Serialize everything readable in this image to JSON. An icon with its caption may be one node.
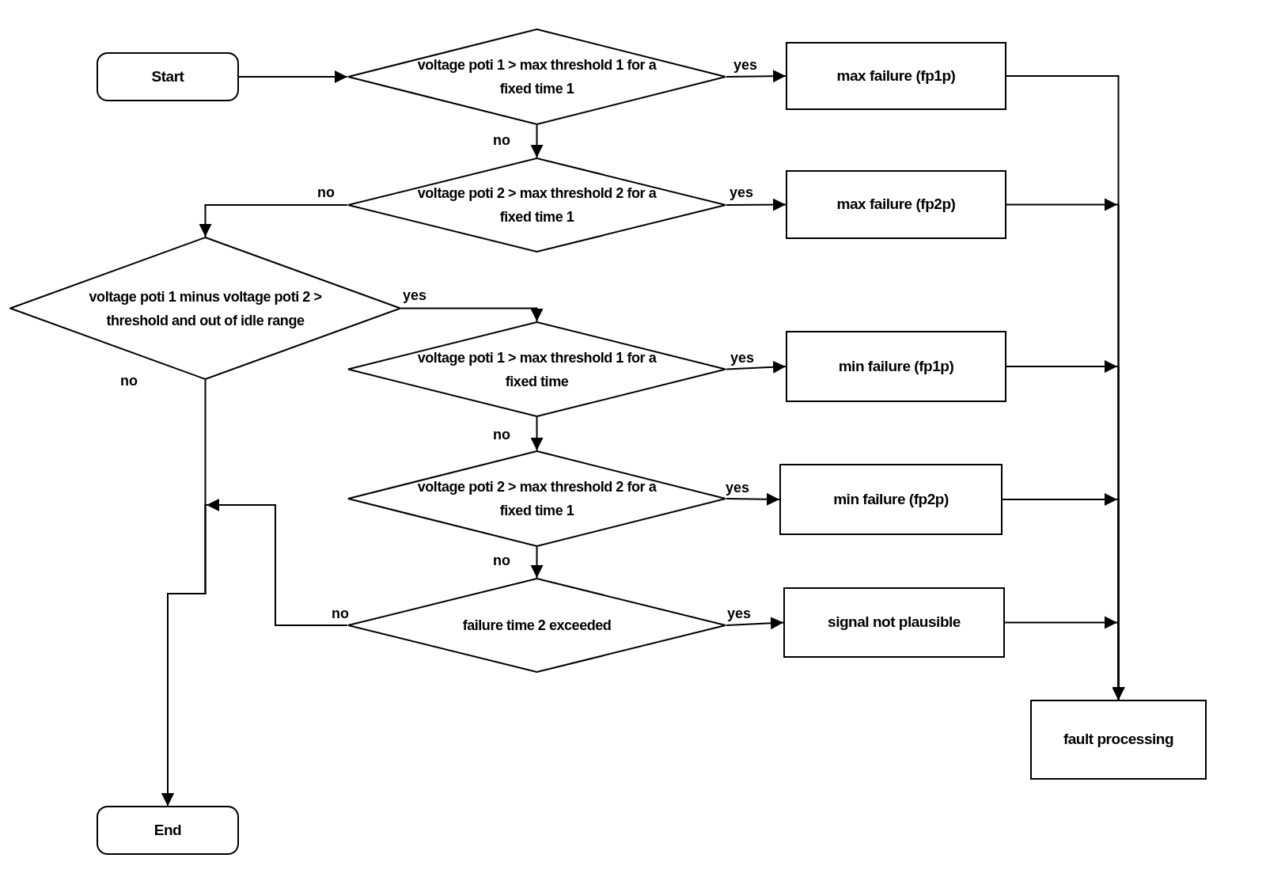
{
  "diagram": {
    "nodes": [
      {
        "text": [
          "Start"
        ]
      },
      {
        "text": [
          "voltage poti 1 > max threshold 1 for a fixed time 1"
        ]
      },
      {
        "text": [
          "max failure (fp1p)"
        ]
      },
      {
        "text": [
          "voltage poti 2 > max threshold 2 for a fixed time 1"
        ]
      },
      {
        "text": [
          "max failure (fp2p)"
        ]
      },
      {
        "text": [
          "voltage poti 1 minus voltage poti 2 > threshold and out of idle range"
        ]
      },
      {
        "text": [
          "voltage poti 1 > max threshold 1 for a fixed time"
        ]
      },
      {
        "text": [
          "min failure (fp1p)"
        ]
      },
      {
        "text": [
          "voltage poti 2 > max threshold 2 for a fixed time 1"
        ]
      },
      {
        "text": [
          "min failure (fp2p)"
        ]
      },
      {
        "text": [
          "failure time 2 exceeded"
        ]
      },
      {
        "text": [
          "signal not plausible"
        ]
      },
      {
        "text": [
          "fault processing"
        ]
      },
      {
        "text": [
          "End"
        ]
      }
    ],
    "edges": [
      {
        "from": 0,
        "to": 1,
        "arrow": "to"
      },
      {
        "from": 1,
        "to": 2,
        "arrow": "to",
        "label": "yes"
      },
      {
        "from": 1,
        "to": 3,
        "arrow": "to",
        "label": "no"
      },
      {
        "from": 3,
        "to": 5,
        "arrow": "to",
        "label": "no"
      },
      {
        "from": 3,
        "to": 4,
        "arrow": "to",
        "label": "yes"
      },
      {
        "from": 5,
        "to": 6,
        "arrow": "to",
        "label": "yes"
      },
      {
        "from": 5,
        "to": 13,
        "arrow": "to",
        "label": "no"
      },
      {
        "from": 6,
        "to": 7,
        "arrow": "to",
        "label": "yes"
      },
      {
        "from": 6,
        "to": 8,
        "arrow": "to",
        "label": "no"
      },
      {
        "from": 8,
        "to": 9,
        "arrow": "to",
        "label": "yes"
      },
      {
        "from": 8,
        "to": 10,
        "arrow": "to",
        "label": "no"
      },
      {
        "from": 10,
        "to": 11,
        "arrow": "to",
        "label": "yes"
      },
      {
        "from": 10,
        "to": 13,
        "arrow": "to",
        "label": "no"
      },
      {
        "from": 2,
        "to": 12,
        "arrow": "to"
      },
      {
        "from": 4,
        "to": 12,
        "arrow": "to"
      },
      {
        "from": 7,
        "to": 12,
        "arrow": "to"
      },
      {
        "from": 9,
        "to": 12,
        "arrow": "to"
      },
      {
        "from": 11,
        "to": 12,
        "arrow": "to"
      }
    ]
  }
}
